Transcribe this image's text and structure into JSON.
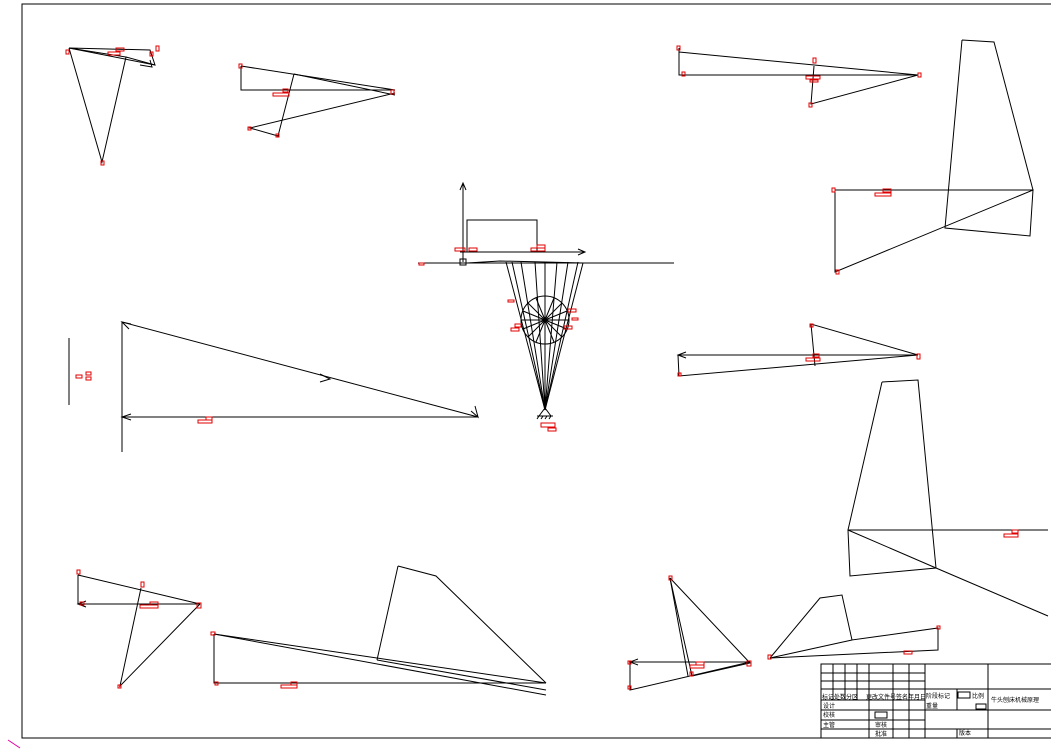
{
  "drawing": {
    "kind": "mechanism-motion-analysis-sheet",
    "colors": {
      "line": "#000000",
      "markers": "#e00000",
      "background": "#ffffff",
      "corner_mark": "#e000a0"
    }
  },
  "title_block": {
    "drawing_title": "牛头刨床机械原理",
    "header_row": [
      "标记",
      "处数",
      "分区",
      "更改文件号",
      "签名",
      "年月日"
    ],
    "left_labels": [
      "设计",
      "校核",
      "主管"
    ],
    "middle_labels": [
      "审核",
      "批准"
    ],
    "stage_mark_label": "阶段标记",
    "weight_label": "重量",
    "scale_label": "比例",
    "version_label": "版本"
  }
}
